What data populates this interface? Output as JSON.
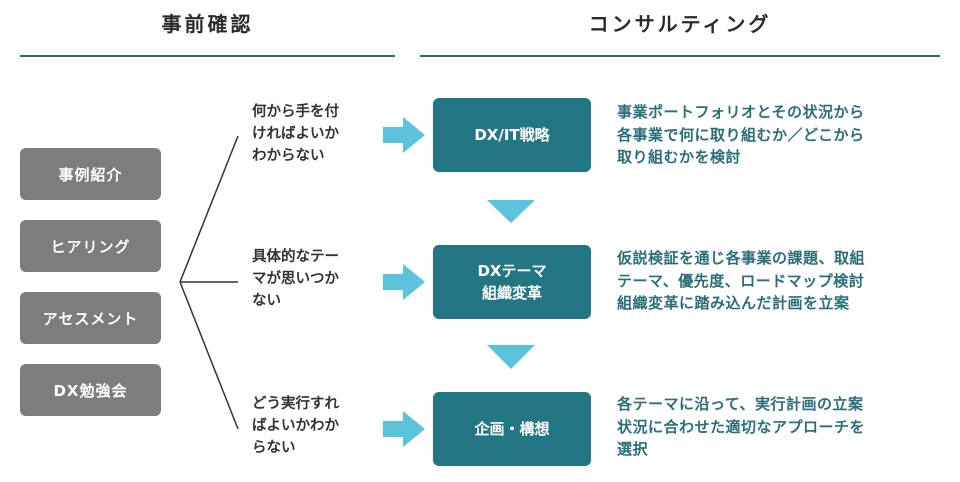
{
  "headers": {
    "left": "事前確認",
    "right": "コンサルティング"
  },
  "pre_items": [
    "事例紹介",
    "ヒアリング",
    "アセスメント",
    "DX勉強会"
  ],
  "questions": [
    "何から手を付\nければよいか\nわからない",
    "具体的なテー\nマが思いつか\nない",
    "どう実行すれ\nばよいかわか\nらない"
  ],
  "steps": [
    {
      "label": "DX/IT戦略",
      "description": "事業ポートフォリオとその状況から\n各事業で何に取り組むか／どこから\n取り組むかを検討"
    },
    {
      "label": "DXテーマ\n組織変革",
      "description": "仮説検証を通じ各事業の課題、取組\nテーマ、優先度、ロードマップ検討\n組織変革に踏み込んだ計画を立案"
    },
    {
      "label": "企画・構想",
      "description": "各テーマに沿って、実行計画の立案\n状況に合わせた適切なアプローチを\n選択"
    }
  ],
  "colors": {
    "teal": "#237784",
    "gray": "#7d7d7d",
    "arrow": "#5bc3dc",
    "line": "#2f6573",
    "text_accent": "#2a6e7a"
  }
}
